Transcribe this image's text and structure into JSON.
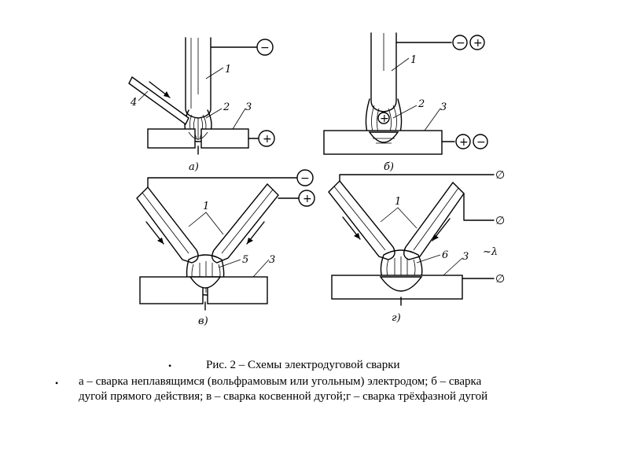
{
  "figure": {
    "labels": {
      "n1": "1",
      "n2": "2",
      "n3": "3",
      "n4": "4",
      "n5": "5",
      "n6": "6",
      "a": "а)",
      "b": "б)",
      "v": "в)",
      "g": "г)",
      "minus": "−",
      "plus": "+",
      "phi": "∅",
      "ac": "~λ"
    }
  },
  "caption": {
    "bullet": "•",
    "title": "Рис. 2 – Схемы электродуговой сварки",
    "line1": "а – сварка неплавящимся (вольфрамовым или угольным) электродом; б – сварка",
    "line2": "дугой прямого действия; в – сварка косвенной дугой;г – сварка трёхфазной дугой"
  }
}
